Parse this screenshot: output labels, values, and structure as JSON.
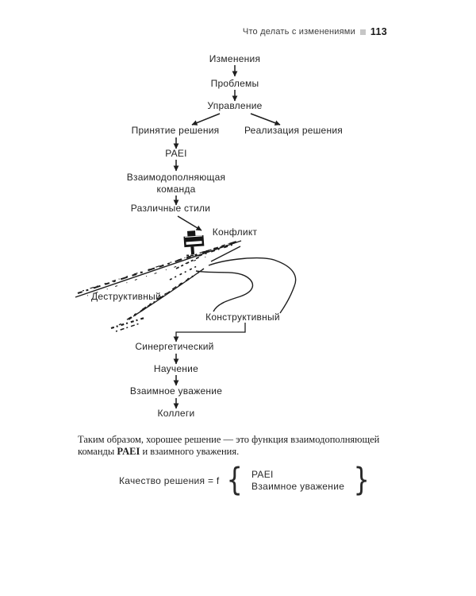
{
  "page": {
    "header": {
      "title": "Что делать с изменениями",
      "page_number": "113"
    },
    "flowchart": {
      "changes": "Изменения",
      "problems": "Проблемы",
      "management": "Управление",
      "decision_making": "Принятие решения",
      "implementation": "Реализация решения",
      "paei": "PAEI",
      "team_line1": "Взаимодополняющая",
      "team_line2": "команда",
      "different_styles": "Различные стили",
      "conflict": "Конфликт",
      "destructive": "Деструктивный",
      "constructive": "Конструктивный",
      "synergetic": "Синергетический",
      "learning": "Научение",
      "mutual_respect": "Взаимное уважение",
      "colleagues": "Коллеги"
    },
    "paragraph": {
      "line1": "Таким образом, хорошее решение — это функция взаимодополняющей",
      "line2_prefix": "команды ",
      "line2_bold": "PAEI",
      "line2_suffix": " и взаимного уважения."
    },
    "formula": {
      "lhs": "Качество решения = f",
      "open_brace": "{",
      "close_brace": "}",
      "arg1": "PAEI",
      "arg2": "Взаимное уважение"
    },
    "colors": {
      "ink": "#1e1e1e",
      "marker_gray": "#c6c6c6",
      "background": "#ffffff"
    }
  }
}
